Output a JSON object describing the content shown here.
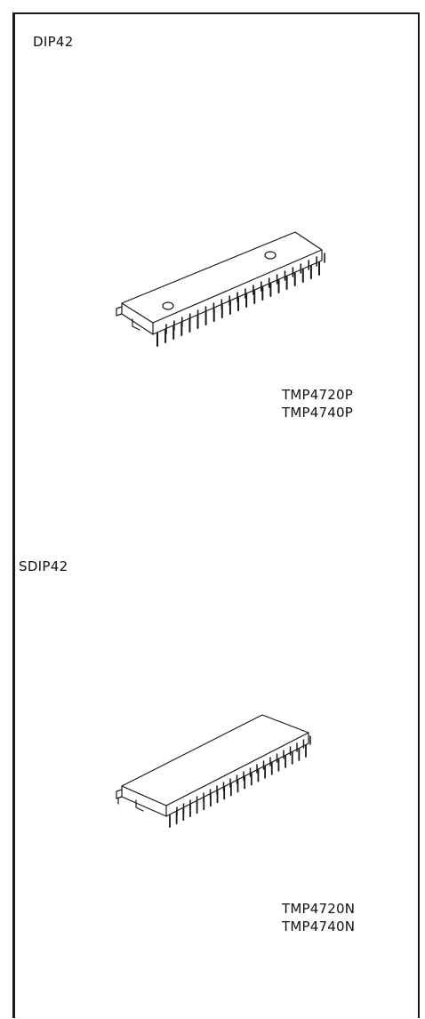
{
  "packages": [
    {
      "name": "DIP42",
      "parts": [
        "TMP4720P",
        "TMP4740P"
      ],
      "illustration": "dip-chip-illustration"
    },
    {
      "name": "SDIP42",
      "parts": [
        "TMP4720N",
        "TMP4740N"
      ],
      "illustration": "sdip-chip-illustration"
    }
  ],
  "colors": {
    "ink": "#1a1a1a",
    "paper": "#ffffff"
  }
}
